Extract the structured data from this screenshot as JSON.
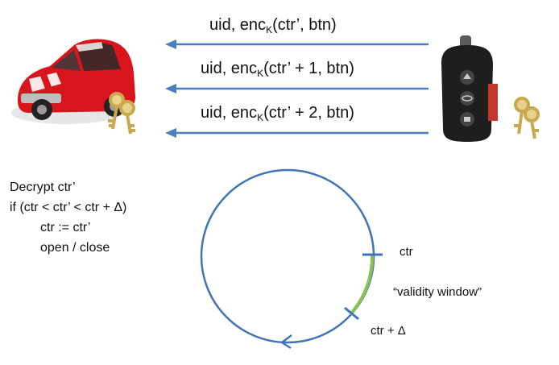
{
  "messages": [
    {
      "uid": "uid, enc",
      "sub": "K",
      "rest": "(ctr’, btn)"
    },
    {
      "uid": "uid, enc",
      "sub": "K",
      "rest": "(ctr’ + 1, btn)"
    },
    {
      "uid": "uid, enc",
      "sub": "K",
      "rest": "(ctr’ + 2, btn)"
    }
  ],
  "algorithm": {
    "line1": "Decrypt ctr’",
    "line2": "if (ctr < ctr’ < ctr + Δ)",
    "line3": "ctr := ctr’",
    "line4": "open / close"
  },
  "circle_labels": {
    "ctr": "ctr",
    "window": "“validity window”",
    "ctr_delta": "ctr + Δ"
  },
  "colors": {
    "arrow": "#4a7fbd",
    "circle": "#3f74b8",
    "window": "#8cc152",
    "car": "#d8141c",
    "fob": "#1e1e1e",
    "key": "#d9c27a"
  },
  "icons": {
    "car": "red-car-icon",
    "fob": "key-fob-icon",
    "keys": "keys-icon"
  }
}
